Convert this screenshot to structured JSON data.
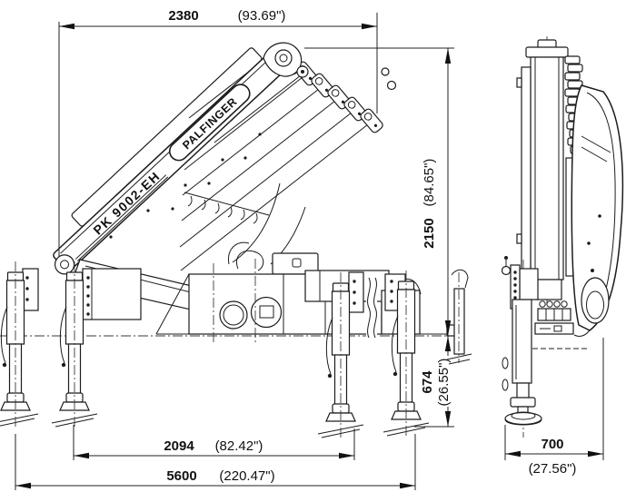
{
  "drawing": {
    "brand_label": "PALFINGER",
    "model_label": "PK 9002-EH",
    "dimensions": {
      "overall_width": {
        "mm": "2380",
        "inch": "(93.69\")"
      },
      "height_above_frame": {
        "mm": "2150",
        "inch": "(84.65\")"
      },
      "frame_to_ground": {
        "mm": "674",
        "inch": "(26.55\")"
      },
      "support_inner": {
        "mm": "2094",
        "inch": "(82.42\")"
      },
      "support_outer": {
        "mm": "5600",
        "inch": "(220.47\")"
      },
      "side_width": {
        "mm": "700",
        "inch": "(27.56\")"
      }
    },
    "colors": {
      "line": "#1c1c1c",
      "background": "#ffffff",
      "dim_text": "#111111"
    }
  }
}
